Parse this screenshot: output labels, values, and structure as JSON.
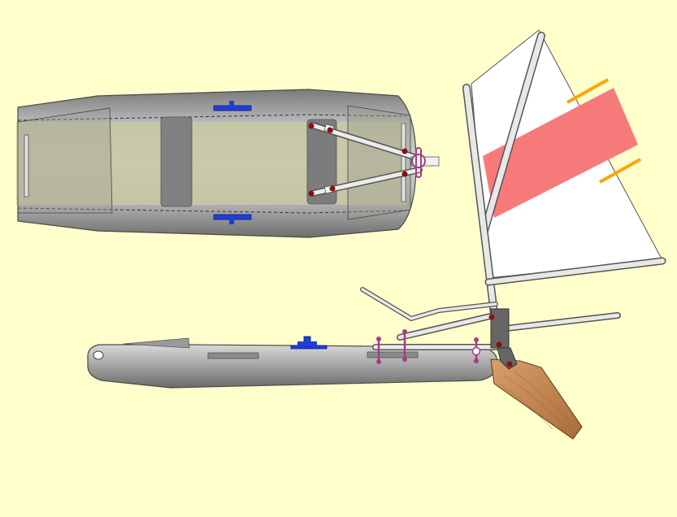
{
  "canvas": {
    "background": "#ffffcc"
  },
  "colors": {
    "hull_light": "#e6e6e6",
    "hull_dark": "#6f6f6f",
    "hull_stroke": "#4a4a4a",
    "deck_fill": "#c8c8a8",
    "seat_fill": "#808080",
    "fitting_blue": "#1f3fd6",
    "rivet_red": "#8b1010",
    "pin_magenta": "#a23f86",
    "tube_light": "#f2f2f2",
    "tube_dark": "#9a9a9a",
    "sail_white": "#ffffff",
    "sail_stripe": "#f77a7a",
    "telltale_orange": "#ffa500",
    "rudder_wood": "#c88a52"
  },
  "views": [
    {
      "id": "top-view",
      "parts": [
        "hull",
        "deck-panel",
        "center-seat",
        "aft-seat",
        "bow-panel",
        "stern-panel",
        "cleats",
        "frame-tubes",
        "pivot-pins"
      ]
    },
    {
      "id": "side-view",
      "parts": [
        "hull",
        "bow-fin",
        "cleat",
        "frame-struts",
        "lashing-pins",
        "mast",
        "sail",
        "boom",
        "tiller",
        "rudder"
      ]
    }
  ]
}
